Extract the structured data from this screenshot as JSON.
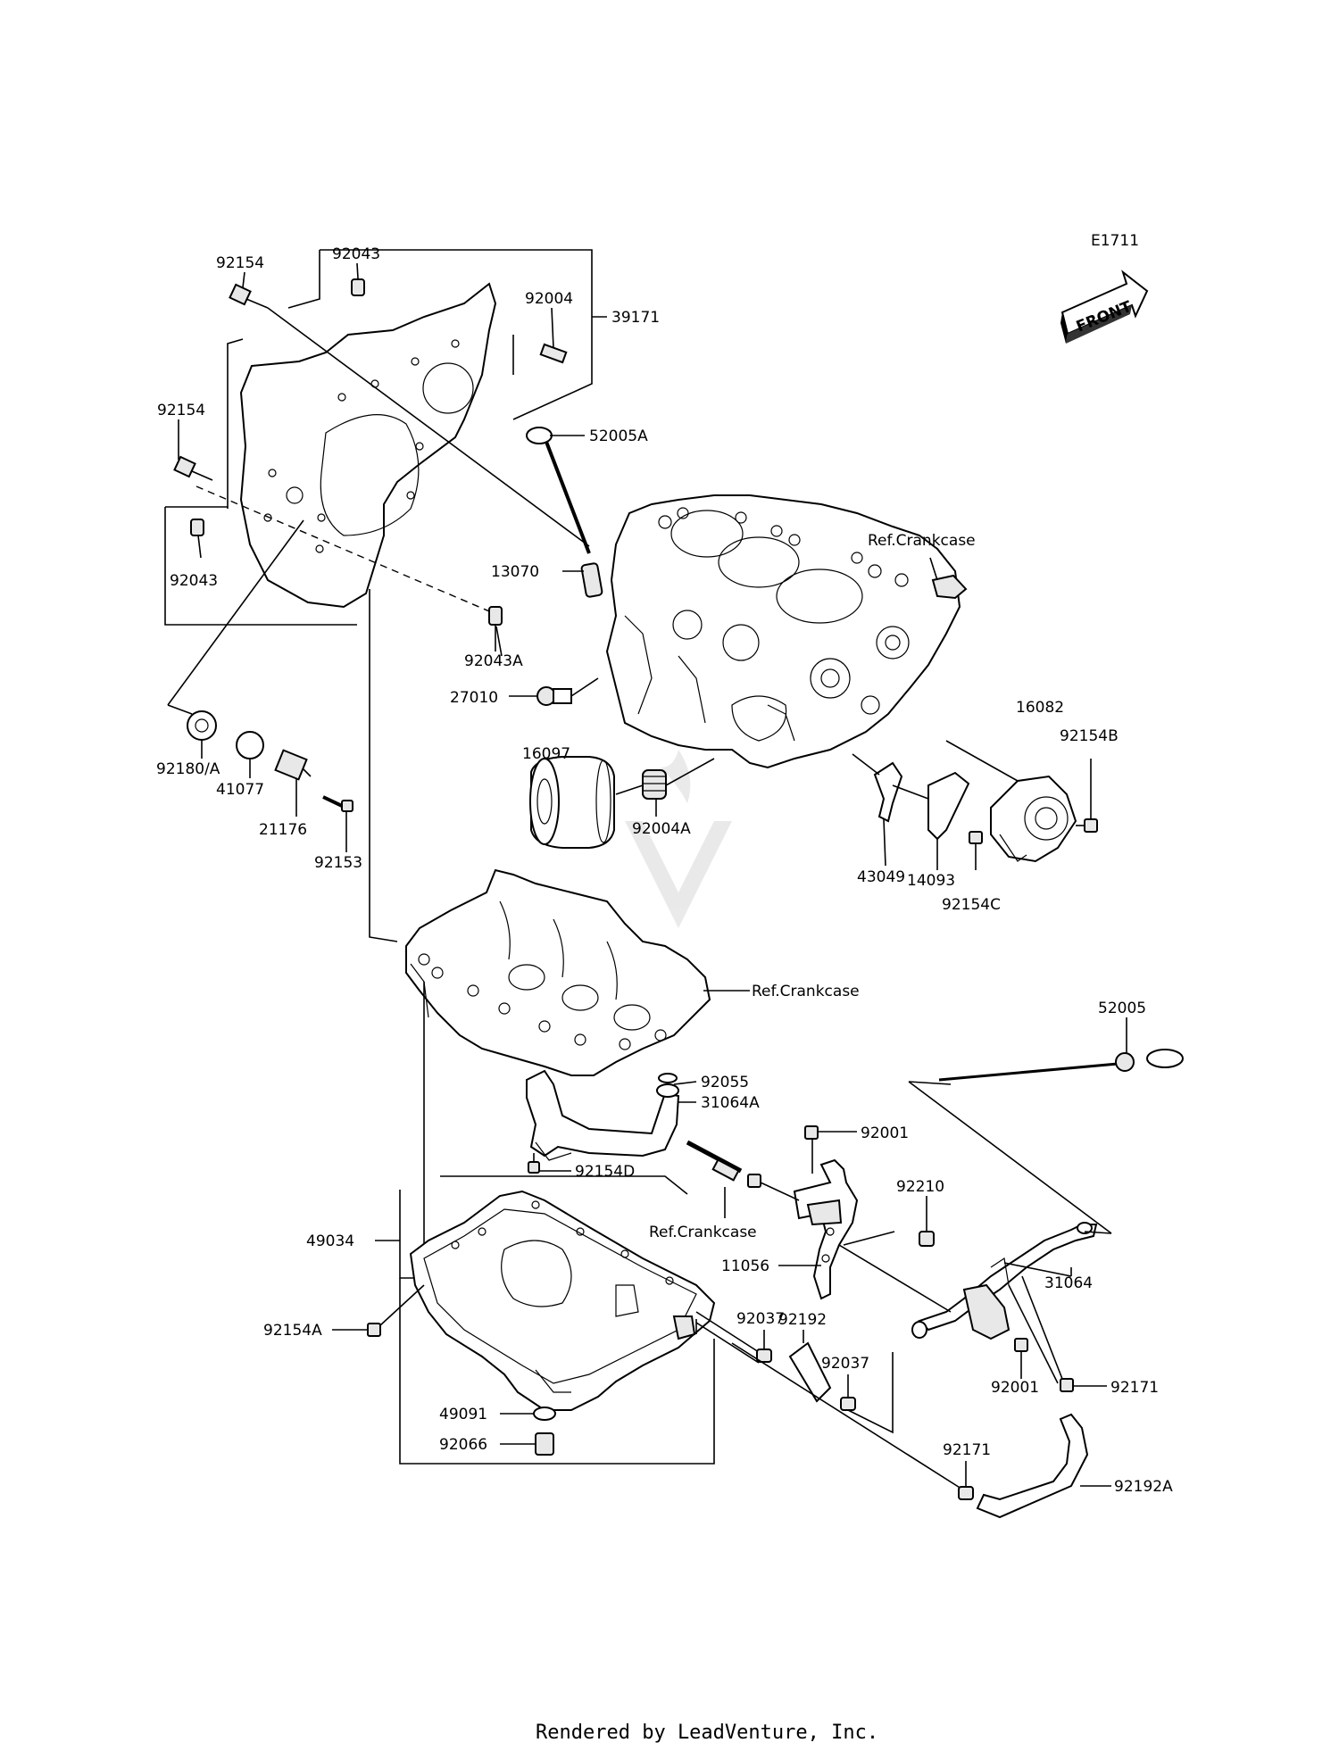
{
  "diagram": {
    "code": "E1711",
    "front_label": "FRONT",
    "footer": "Rendered by LeadVenture, Inc.",
    "labels": [
      "92154",
      "92043",
      "92004",
      "39171",
      "92154",
      "52005A",
      "92043",
      "13070",
      "Ref.Crankcase",
      "92043A",
      "27010",
      "16097",
      "92004A",
      "16082",
      "92154B",
      "43049",
      "14093",
      "92154C",
      "92180/A",
      "41077",
      "21176",
      "92153",
      "Ref.Crankcase",
      "52005",
      "92055",
      "31064A",
      "92001",
      "92154D",
      "92210",
      "Ref.Crankcase",
      "49034",
      "11056",
      "31064",
      "92037",
      "92192",
      "92037",
      "92154A",
      "92001",
      "92171",
      "49091",
      "92066",
      "92171",
      "92192A"
    ]
  }
}
